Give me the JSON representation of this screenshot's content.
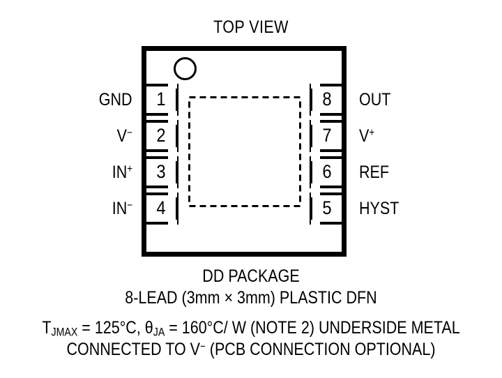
{
  "title": "TOP VIEW",
  "package": {
    "pin1_marker": "circle-dot",
    "exposed_pad": "dashed-square"
  },
  "pins": {
    "left": [
      {
        "number": "1",
        "label": "GND",
        "sup": ""
      },
      {
        "number": "2",
        "label": "V",
        "sup": "−"
      },
      {
        "number": "3",
        "label": "IN",
        "sup": "+"
      },
      {
        "number": "4",
        "label": "IN",
        "sup": "−"
      }
    ],
    "right": [
      {
        "number": "8",
        "label": "OUT",
        "sup": ""
      },
      {
        "number": "7",
        "label": "V",
        "sup": "+"
      },
      {
        "number": "6",
        "label": "REF",
        "sup": ""
      },
      {
        "number": "5",
        "label": "HYST",
        "sup": ""
      }
    ]
  },
  "caption": {
    "package_name": "DD PACKAGE",
    "package_desc": "8-LEAD (3mm × 3mm) PLASTIC DFN",
    "thermal": {
      "t_symbol": "T",
      "t_sub": "JMAX",
      "t_value": " = 125°C, ",
      "theta_symbol": "θ",
      "theta_sub": "JA",
      "theta_value": " = 160°C/ W (NOTE 2) UNDERSIDE METAL"
    },
    "connection_pre": "CONNECTED TO V",
    "connection_sup": "−",
    "connection_post": " (PCB CONNECTION OPTIONAL)"
  },
  "colors": {
    "line": "#000000",
    "background": "#ffffff"
  }
}
